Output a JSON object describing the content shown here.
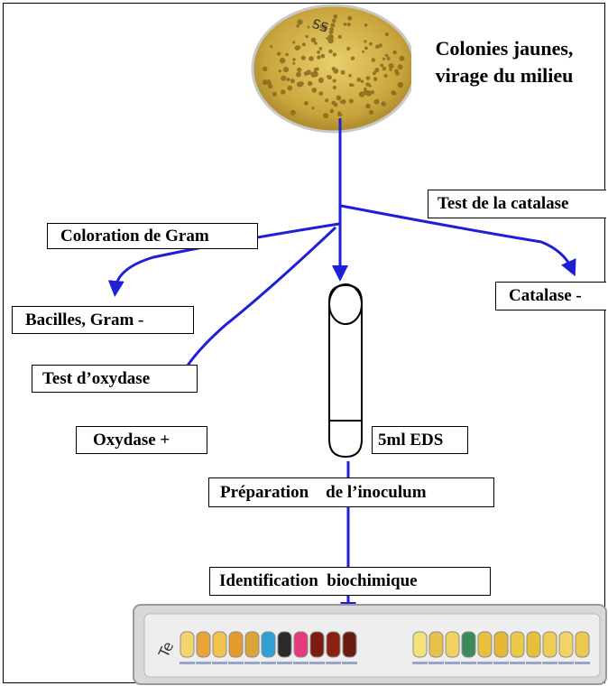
{
  "diagram": {
    "top_label": "Colonies jaunes, virage du milieu",
    "top_label_lines": [
      "Colonies jaunes,",
      "virage du milieu"
    ],
    "catalase_test": "Test de la catalase",
    "catalase_result": "Catalase -",
    "gram_test": "Coloration de Gram",
    "gram_result": "Bacilles, Gram -",
    "oxidase_test": "Test d’oxydase",
    "oxidase_result": "Oxydase +",
    "tube_label": "5ml EDS",
    "inoculum": "Préparation    de l’inoculum",
    "identification": "Identification  biochimique"
  },
  "colors": {
    "arrow": "#1f1fd6",
    "agar": "#c9a53c",
    "strip_bg": "#d8d8d8"
  },
  "strip": {
    "left_tubes": [
      "#f2d56b",
      "#e8a33a",
      "#f0c34b",
      "#e39b2c",
      "#d9a43a",
      "#2f9fd6",
      "#2a2a2a",
      "#e23a7a",
      "#7a1c12",
      "#8a2010",
      "#6b1c10"
    ],
    "right_tubes": [
      "#f4e27a",
      "#e8c04a",
      "#f1d160",
      "#3c8a5a",
      "#e8c13c",
      "#e6b637",
      "#ecc84a",
      "#e8bf3b",
      "#efcd55",
      "#f1d366",
      "#ecc94e"
    ]
  }
}
